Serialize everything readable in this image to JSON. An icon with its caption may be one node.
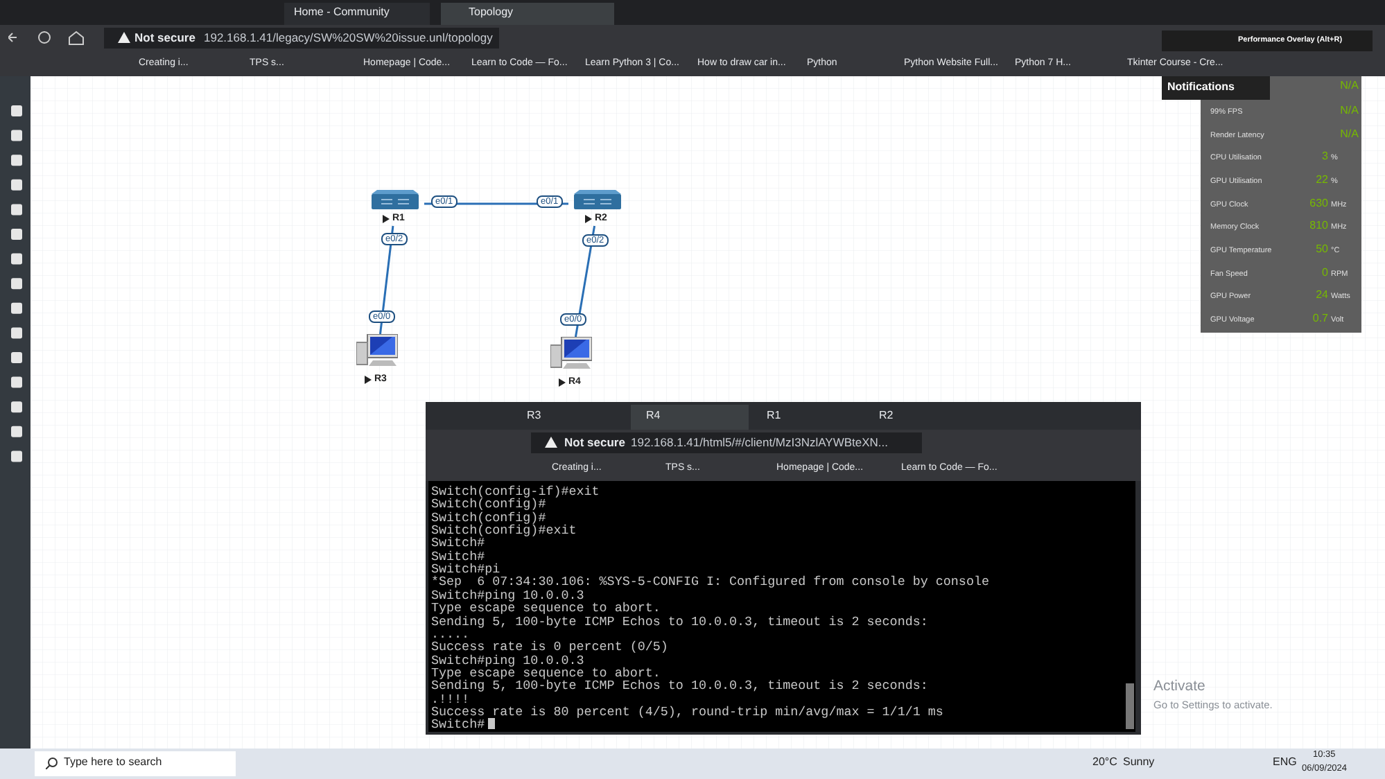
{
  "diagram": {
    "nodes": [
      {
        "text": [
          "R1"
        ]
      },
      {
        "text": [
          "R2"
        ]
      },
      {
        "text": [
          "R3"
        ]
      },
      {
        "text": [
          "R4"
        ]
      }
    ],
    "edges": [
      {
        "from": 0,
        "to": 1,
        "arrow": "none"
      },
      {
        "from": 0,
        "to": 2,
        "arrow": "none"
      },
      {
        "from": 1,
        "to": 3,
        "arrow": "none"
      }
    ],
    "labels": [
      "Home - Community",
      "Topology",
      "Not secure",
      "192.168.1.41/legacy/SW%20SW%20issue.unl/topology",
      "Creating i...",
      "TPS s...",
      "Homepage | Code...",
      "Learn to Code — Fo...",
      "Learn Python 3 | Co...",
      "How to draw car in...",
      "Python",
      "Python Website Full...",
      "Python 7 H...",
      "Tkinter Course - Cre...",
      "Performance Overlay (Alt+R)",
      "Notifications",
      "N/A",
      "99% FPS",
      "N/A",
      "Render Latency",
      "N/A",
      "CPU Utilisation",
      "3",
      "%",
      "GPU Utilisation",
      "22",
      "%",
      "GPU Clock",
      "630",
      "MHz",
      "Memory Clock",
      "810",
      "MHz",
      "GPU Temperature",
      "50",
      "°C",
      "Fan Speed",
      "0",
      "RPM",
      "GPU Power",
      "24",
      "Watts",
      "GPU Voltage",
      "0.7",
      "Volt",
      "e0/1",
      "e0/1",
      "e0/2",
      "e0/2",
      "e0/0",
      "e0/0",
      "R3",
      "R4",
      "R1",
      "R2",
      "Not secure",
      "192.168.1.41/html5/#/client/MzI3NzlAYWBteXN...",
      "Creating i...",
      "TPS s...",
      "Homepage | Code...",
      "Learn to Code — Fo...",
      "Switch(config-if)#exit",
      "Switch(config)#",
      "Switch(config)#",
      "Switch(config)#exit",
      "Switch#",
      "Switch#",
      "Switch#pi",
      "*Sep  6 07:34:30.106: %SYS-5-CONFIG I: Configured from console by console",
      "Switch#ping 10.0.0.3",
      "Type escape sequence to abort.",
      "Sending 5, 100-byte ICMP Echos to 10.0.0.3, timeout is 2 seconds:",
      ".....",
      "Success rate is 0 percent (0/5)",
      "Switch#ping 10.0.0.3",
      "Type escape sequence to abort.",
      "Sending 5, 100-byte ICMP Echos to 10.0.0.3, timeout is 2 seconds:",
      ".!!!!",
      "Success rate is 80 percent (4/5), round-trip min/avg/max = 1/1/1 ms",
      "Switch#",
      "Activate",
      "Go to Settings to activate.",
      "Type here to search",
      "20°C",
      "Sunny",
      "ENG",
      "10:35",
      "06/09/2024"
    ]
  }
}
